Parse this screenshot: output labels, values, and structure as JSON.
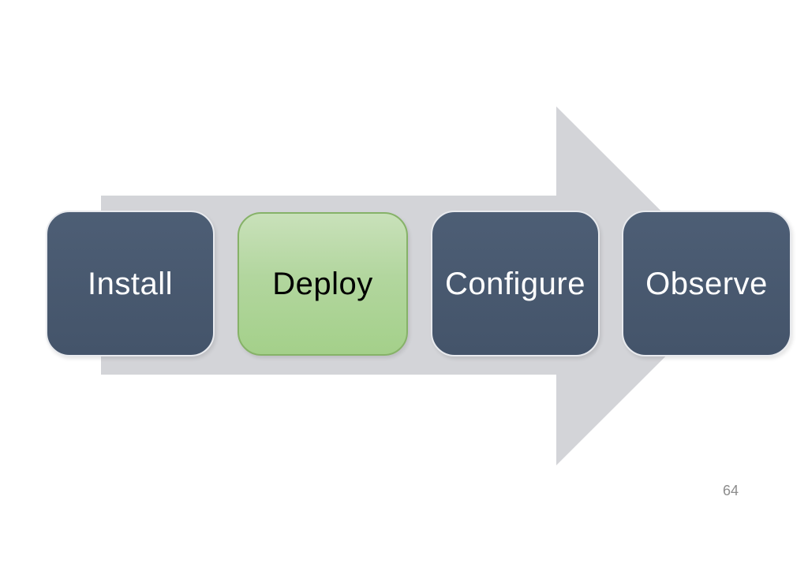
{
  "slide": {
    "page_number": "64",
    "process": {
      "arrow_color": "#d3d4d8",
      "steps": [
        {
          "id": "install",
          "label": "Install",
          "fill": "linear-gradient(180deg, #4d5e75 0%, #44546a 100%)",
          "border_color": "#e8eaee",
          "text_color": "#ffffff",
          "highlighted": false
        },
        {
          "id": "deploy",
          "label": "Deploy",
          "fill": "linear-gradient(180deg, #c9e1ba 0%, #b2d69e 45%, #a4d08a 100%)",
          "border_color": "#86b268",
          "text_color": "#000000",
          "highlighted": true
        },
        {
          "id": "configure",
          "label": "Configure",
          "fill": "linear-gradient(180deg, #4d5e75 0%, #44546a 100%)",
          "border_color": "#e8eaee",
          "text_color": "#ffffff",
          "highlighted": false
        },
        {
          "id": "observe",
          "label": "Observe",
          "fill": "linear-gradient(180deg, #4d5e75 0%, #44546a 100%)",
          "border_color": "#e8eaee",
          "text_color": "#ffffff",
          "highlighted": false
        }
      ]
    }
  }
}
